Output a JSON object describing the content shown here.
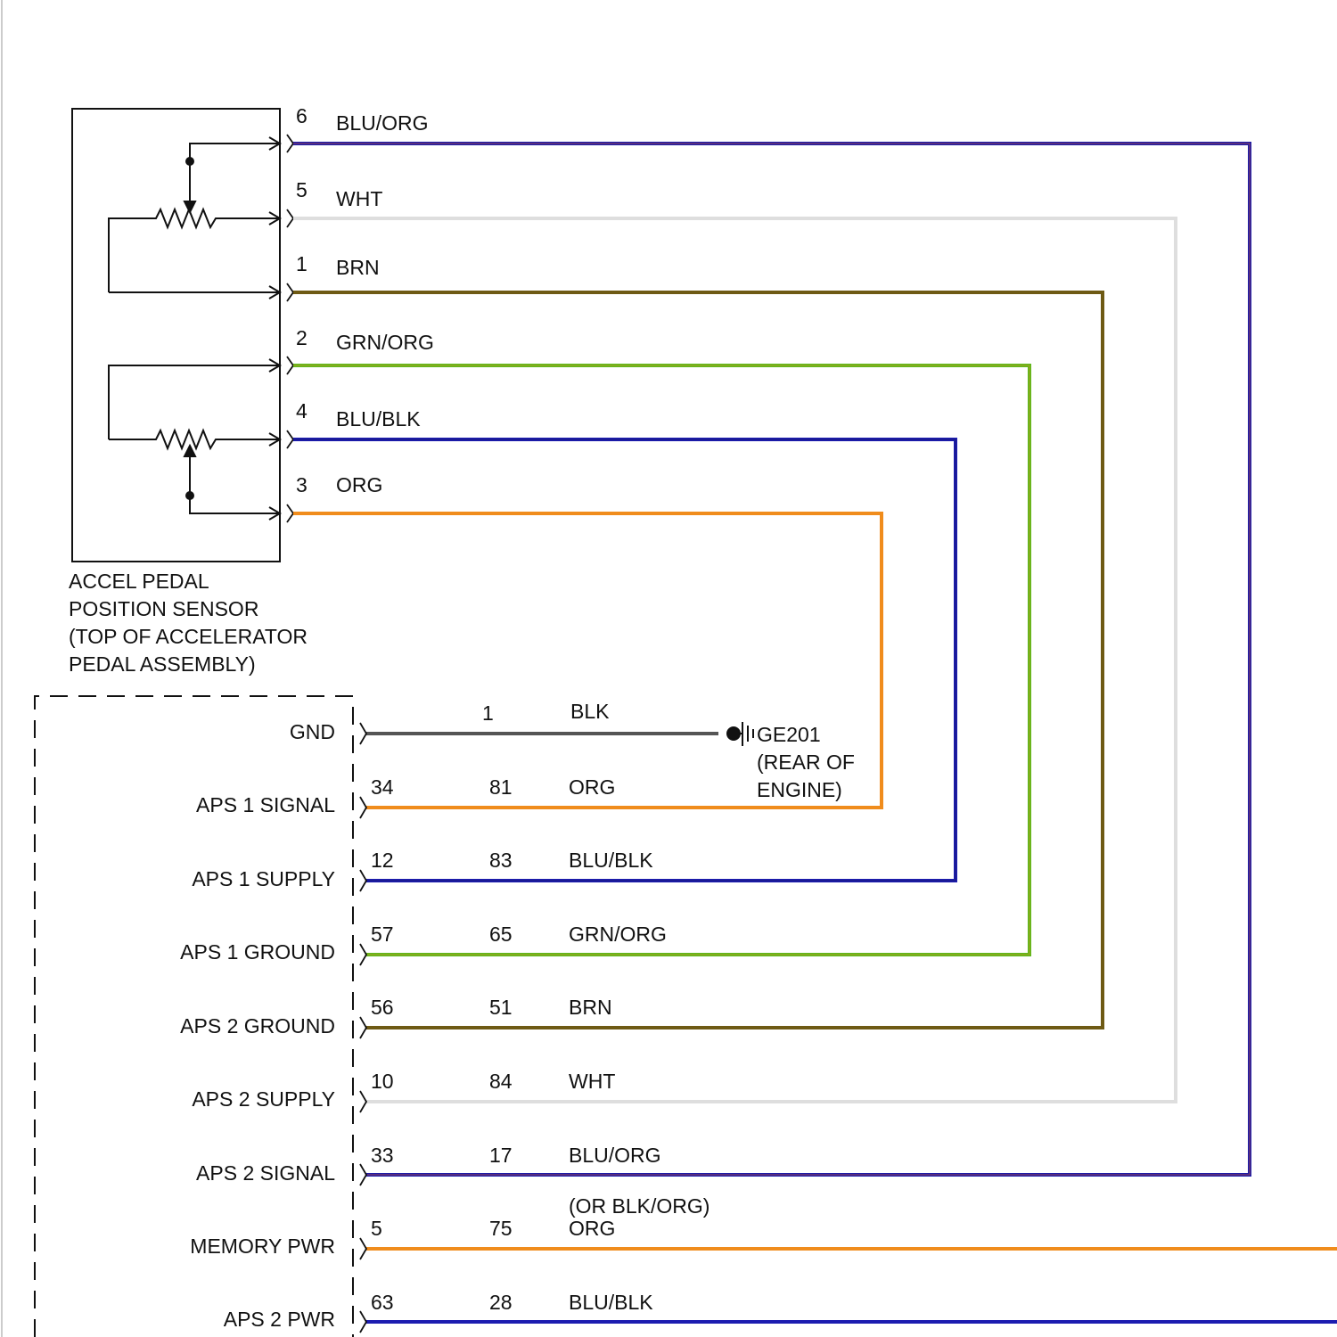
{
  "sensor": {
    "label_lines": [
      "ACCEL PEDAL",
      "POSITION SENSOR",
      "(TOP OF ACCELERATOR",
      "PEDAL ASSEMBLY)"
    ],
    "pins": [
      {
        "pin": "6",
        "color_code": "BLU/ORG",
        "wire_color": "#1c1ca8",
        "stripe": "#e85a1a"
      },
      {
        "pin": "5",
        "color_code": "WHT",
        "wire_color": "#dedede",
        "stripe": ""
      },
      {
        "pin": "1",
        "color_code": "BRN",
        "wire_color": "#6e5a14",
        "stripe": ""
      },
      {
        "pin": "2",
        "color_code": "GRN/ORG",
        "wire_color": "#5cb81c",
        "stripe": "#f08c1c"
      },
      {
        "pin": "4",
        "color_code": "BLU/BLK",
        "wire_color": "#1c1cb0",
        "stripe": "#111111"
      },
      {
        "pin": "3",
        "color_code": "ORG",
        "wire_color": "#f08c1c",
        "stripe": ""
      }
    ]
  },
  "module": {
    "circuits": [
      {
        "name": "GND",
        "pin": "",
        "splice": "1",
        "color_code": "BLK",
        "extra_code": "",
        "wire_color": "#555555"
      },
      {
        "name": "APS 1 SIGNAL",
        "pin": "34",
        "splice": "81",
        "color_code": "ORG",
        "extra_code": "",
        "wire_color": "#f08c1c"
      },
      {
        "name": "APS 1 SUPPLY",
        "pin": "12",
        "splice": "83",
        "color_code": "BLU/BLK",
        "extra_code": "",
        "wire_color": "#1c1cb0"
      },
      {
        "name": "APS 1 GROUND",
        "pin": "57",
        "splice": "65",
        "color_code": "GRN/ORG",
        "extra_code": "",
        "wire_color": "#5cb81c"
      },
      {
        "name": "APS 2 GROUND",
        "pin": "56",
        "splice": "51",
        "color_code": "BRN",
        "extra_code": "",
        "wire_color": "#6e5a14"
      },
      {
        "name": "APS 2 SUPPLY",
        "pin": "10",
        "splice": "84",
        "color_code": "WHT",
        "extra_code": "",
        "wire_color": "#dedede"
      },
      {
        "name": "APS 2 SIGNAL",
        "pin": "33",
        "splice": "17",
        "color_code": "BLU/ORG",
        "extra_code": "",
        "wire_color": "#1c1ca8"
      },
      {
        "name": "MEMORY PWR",
        "pin": "5",
        "splice": "75",
        "color_code": "ORG",
        "extra_code": "(OR BLK/ORG)",
        "wire_color": "#f08c1c"
      },
      {
        "name": "APS 2 PWR",
        "pin": "63",
        "splice": "28",
        "color_code": "BLU/BLK",
        "extra_code": "",
        "wire_color": "#1c1cb0"
      }
    ]
  },
  "ground": {
    "label_lines": [
      "GE201",
      "(REAR OF",
      "ENGINE)"
    ]
  }
}
